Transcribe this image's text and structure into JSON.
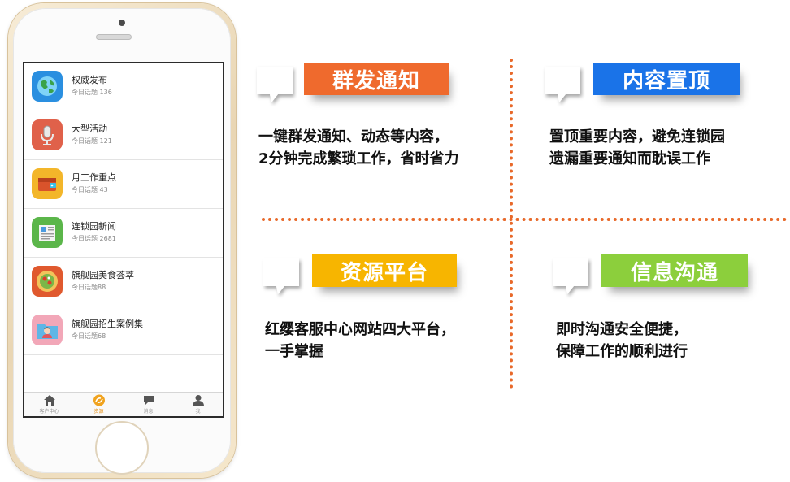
{
  "phone": {
    "list": [
      {
        "title": "权威发布",
        "subtitle": "今日话题 136",
        "icon": "globe-icon",
        "icon_color": "#2a8fe0"
      },
      {
        "title": "大型活动",
        "subtitle": "今日话题 121",
        "icon": "microphone-icon",
        "icon_color": "#e0614a"
      },
      {
        "title": "月工作重点",
        "subtitle": "今日话题 43",
        "icon": "wallet-icon",
        "icon_color": "#f3b62a"
      },
      {
        "title": "连锁园新闻",
        "subtitle": "今日话题 2681",
        "icon": "newspaper-icon",
        "icon_color": "#5bb64a"
      },
      {
        "title": "旗舰园美食荟萃",
        "subtitle": "今日话题88",
        "icon": "food-plate-icon",
        "icon_color": "#e0592e"
      },
      {
        "title": "旗舰园招生案例集",
        "subtitle": "今日话题68",
        "icon": "folder-person-icon",
        "icon_color": "#f2a7b8"
      }
    ],
    "tabs": [
      {
        "label": "客户中心",
        "icon": "home-icon"
      },
      {
        "label": "资源",
        "icon": "resource-icon",
        "active": true
      },
      {
        "label": "消息",
        "icon": "chat-bubble-icon"
      },
      {
        "label": "我",
        "icon": "person-icon"
      }
    ]
  },
  "features": {
    "broadcast": {
      "title": "群发通知",
      "desc_line1": "一键群发通知、动态等内容，",
      "desc_line2": "2分钟完成繁琐工作，省时省力",
      "color": "#ef6a2d"
    },
    "pin": {
      "title": "内容置顶",
      "desc_line1": "置顶重要内容，避免连锁园",
      "desc_line2": "遗漏重要通知而耽误工作",
      "color": "#1a73e8"
    },
    "resource": {
      "title": "资源平台",
      "desc_line1": "红缨客服中心网站四大平台，",
      "desc_line2": "一手掌握",
      "color": "#f7b500"
    },
    "communication": {
      "title": "信息沟通",
      "desc_line1": "即时沟通安全便捷，",
      "desc_line2": "保障工作的顺利进行",
      "color": "#8ccf3c"
    }
  },
  "divider_color": "#e8692a"
}
